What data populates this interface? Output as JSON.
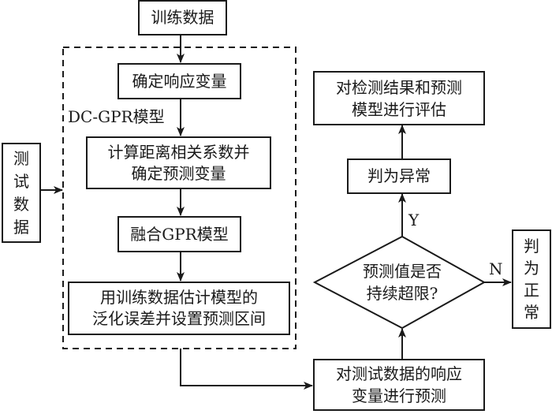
{
  "diagram": {
    "type": "flowchart",
    "nodes": {
      "training_data": "训练数据",
      "determine_response": "确定响应变量",
      "compute_distance": [
        "计算距离相关系数并",
        "确定预测变量"
      ],
      "fuse_gpr": "融合GPR模型",
      "estimate_error": [
        "用训练数据估计模型的",
        "泛化误差并设置预测区间"
      ],
      "test_data": [
        "测",
        "试",
        "数",
        "据"
      ],
      "predict_test": [
        "对测试数据的响应",
        "变量进行预测"
      ],
      "decision": [
        "预测值是否",
        "持续超限?"
      ],
      "judge_abnormal": "判为异常",
      "evaluate": [
        "对检测结果和预测",
        "模型进行评估"
      ],
      "judge_normal": [
        "判",
        "为",
        "正",
        "常"
      ]
    },
    "group_label": "DC-GPR模型",
    "edge_labels": {
      "yes": "Y",
      "no": "N"
    },
    "edges": [
      {
        "from": "training_data",
        "to": "determine_response"
      },
      {
        "from": "determine_response",
        "to": "compute_distance"
      },
      {
        "from": "compute_distance",
        "to": "fuse_gpr"
      },
      {
        "from": "fuse_gpr",
        "to": "estimate_error"
      },
      {
        "from": "test_data",
        "to": "dc_gpr_group"
      },
      {
        "from": "dc_gpr_group",
        "to": "predict_test"
      },
      {
        "from": "predict_test",
        "to": "decision"
      },
      {
        "from": "decision",
        "to": "judge_abnormal",
        "label": "Y"
      },
      {
        "from": "decision",
        "to": "judge_normal",
        "label": "N"
      },
      {
        "from": "judge_abnormal",
        "to": "evaluate"
      }
    ]
  }
}
